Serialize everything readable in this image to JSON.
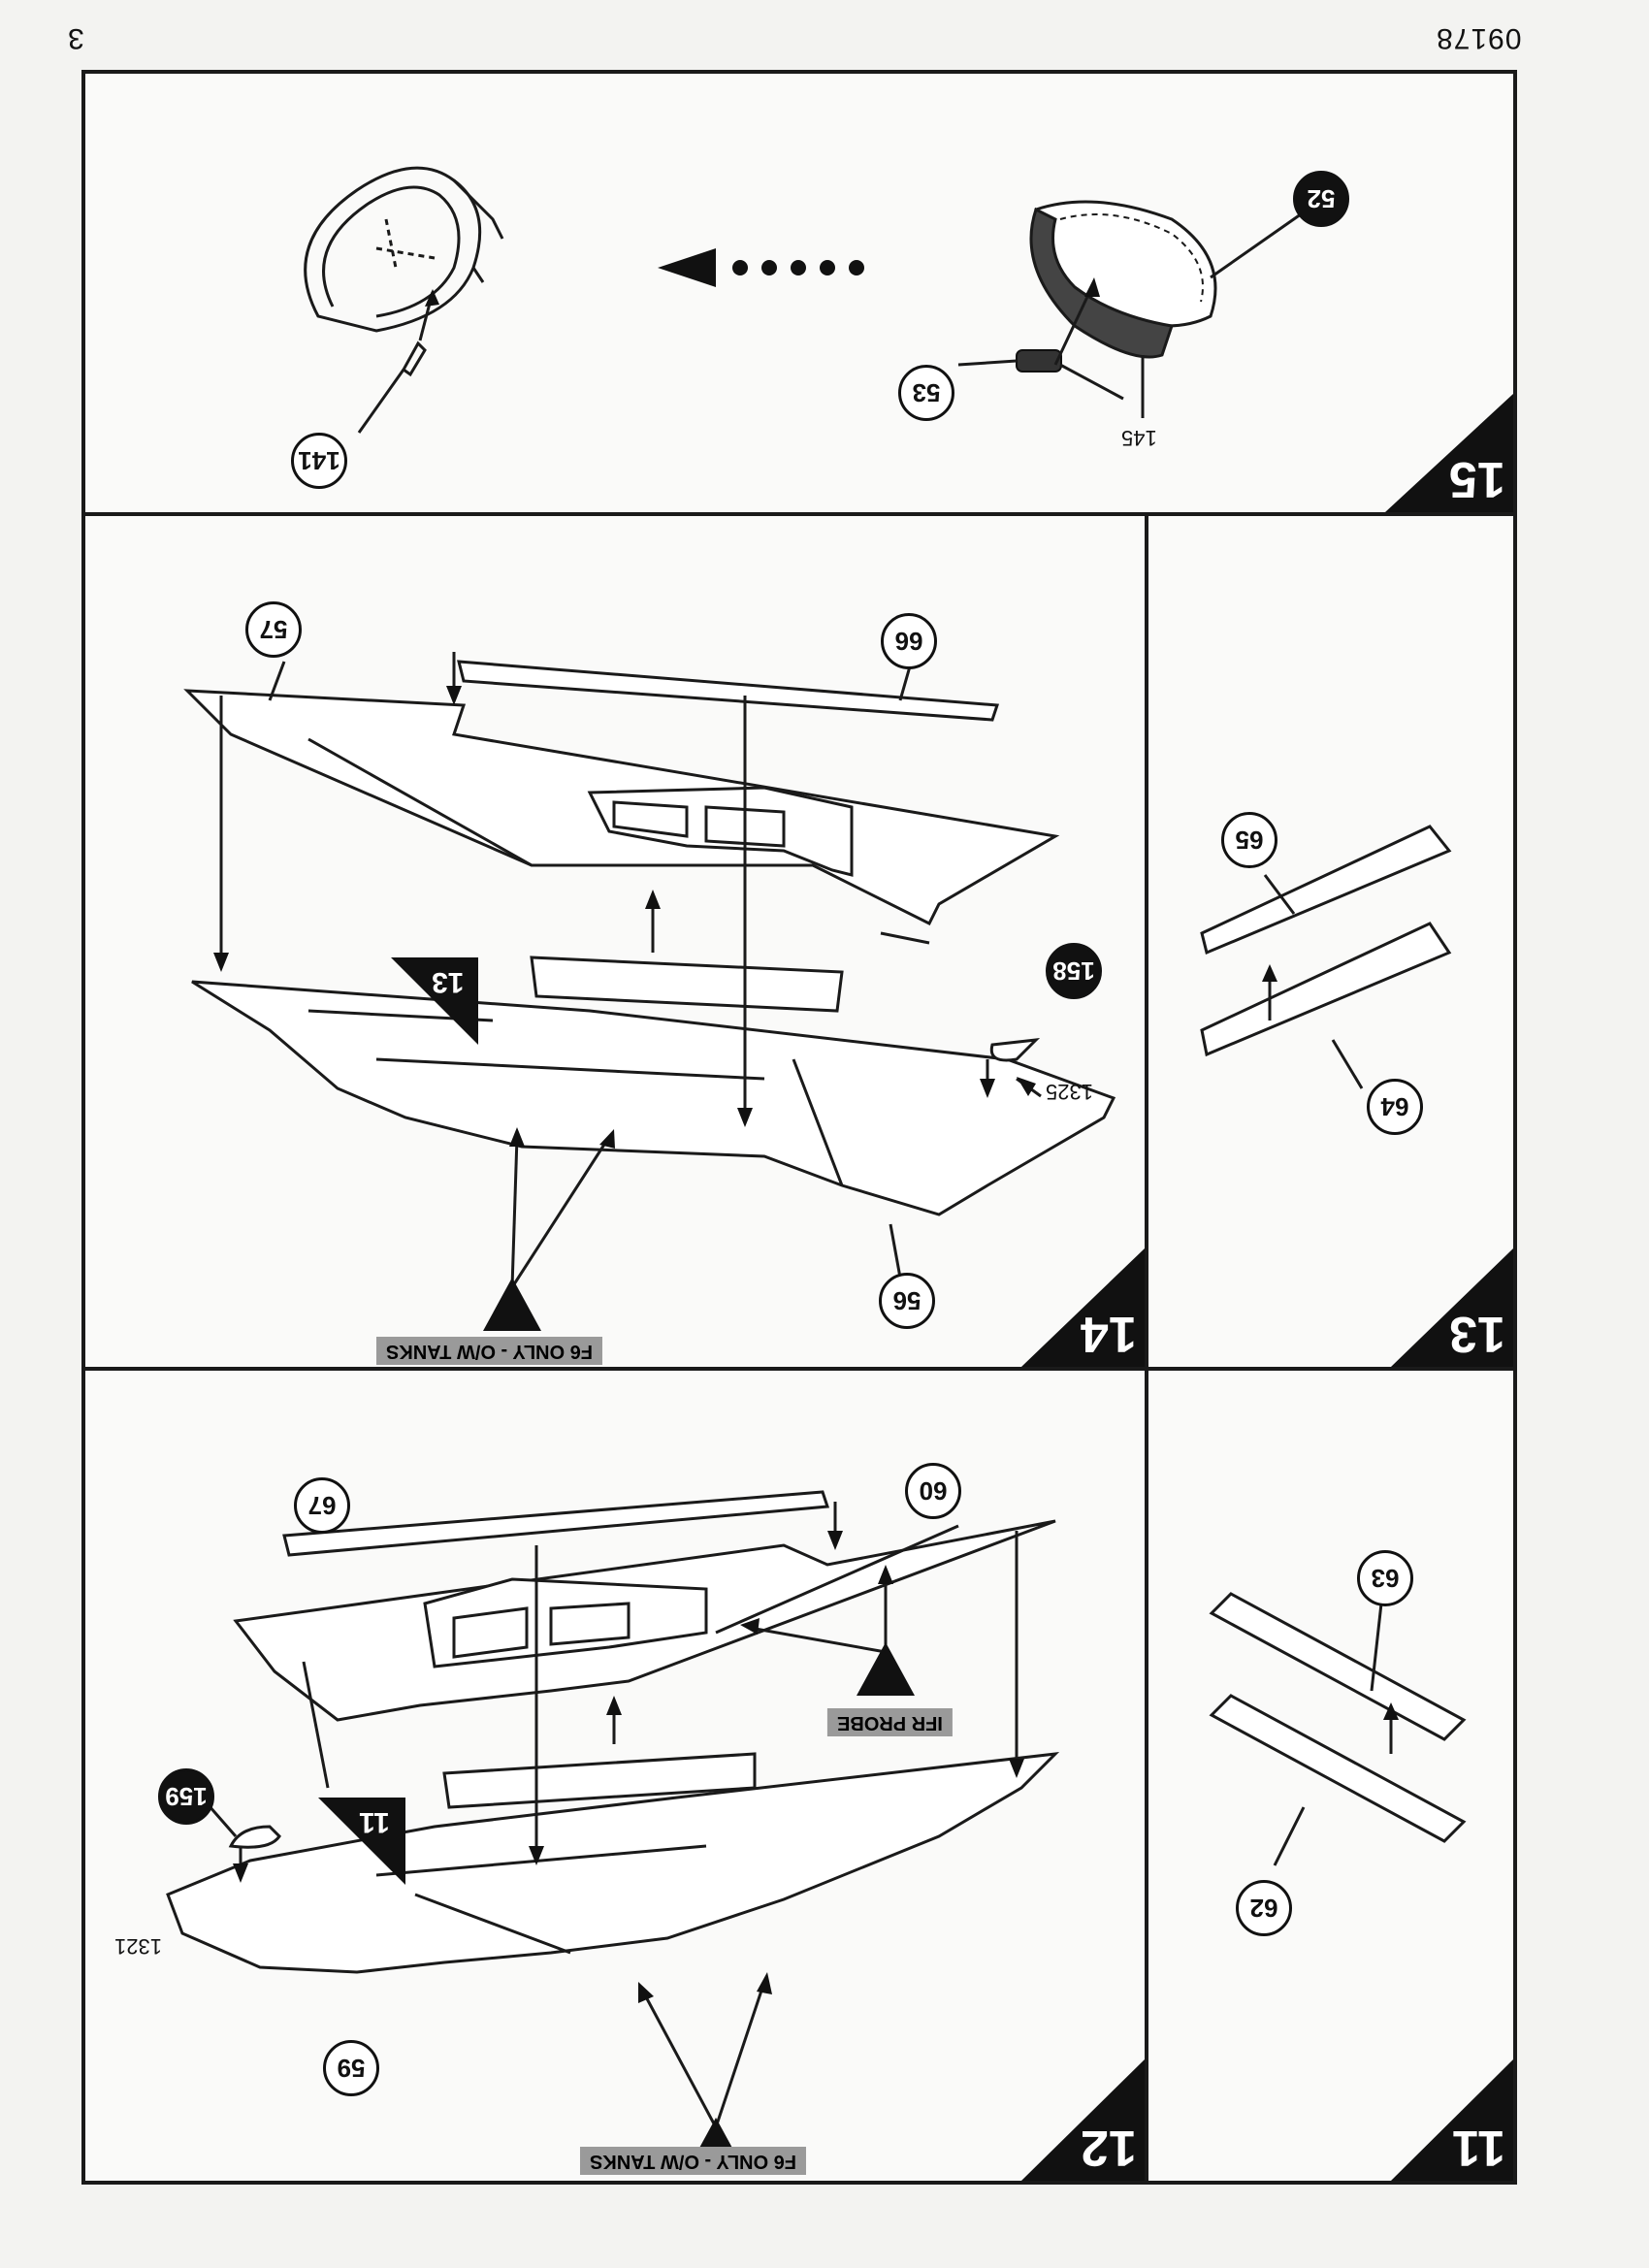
{
  "header": {
    "page_number": "3",
    "kit_number": "09178"
  },
  "steps": {
    "s11": {
      "number": "11",
      "parts": {
        "a": "63",
        "b": "62"
      }
    },
    "s12": {
      "number": "12",
      "parts": {
        "p67": "67",
        "p60": "60",
        "p159": "159",
        "p1321": "1321",
        "p59": "59",
        "ref11": "11"
      },
      "tags": {
        "ifr": "IFR PROBE",
        "f6": "F6 ONLY - O/W TANKS"
      }
    },
    "s13": {
      "number": "13",
      "parts": {
        "a": "65",
        "b": "64"
      }
    },
    "s14": {
      "number": "14",
      "parts": {
        "p57": "57",
        "p66": "66",
        "p158": "158",
        "p1325": "1325",
        "p56": "56",
        "ref13": "13"
      },
      "tags": {
        "f6": "F6 ONLY - O/W TANKS"
      }
    },
    "s15": {
      "number": "15",
      "parts": {
        "p141": "141",
        "p52": "52",
        "p53": "53",
        "p145": "145"
      }
    }
  },
  "colors": {
    "line": "#1a1a1a",
    "dark_fill": "#111111",
    "tag_gray": "#9a9a9a",
    "page": "#f3f3f1"
  }
}
